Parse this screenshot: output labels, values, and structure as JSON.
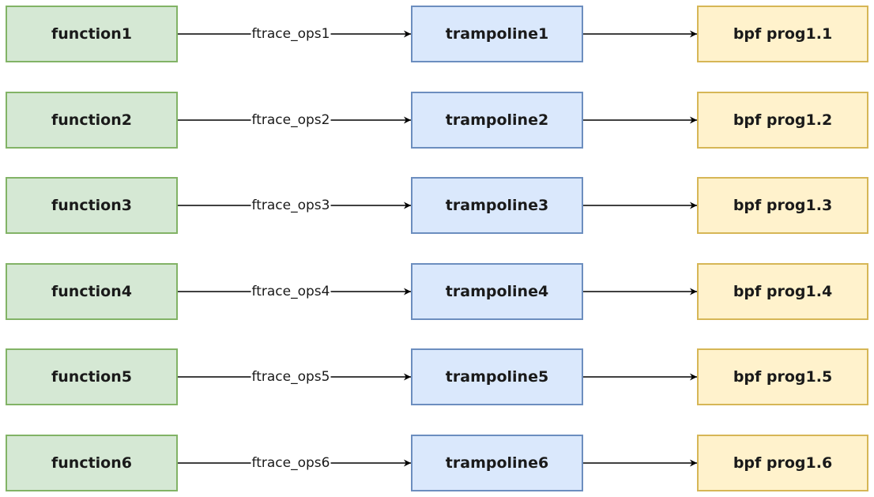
{
  "rows": [
    {
      "function": "function1",
      "ops": "ftrace_ops1",
      "trampoline": "trampoline1",
      "prog": "bpf prog1.1"
    },
    {
      "function": "function2",
      "ops": "ftrace_ops2",
      "trampoline": "trampoline2",
      "prog": "bpf prog1.2"
    },
    {
      "function": "function3",
      "ops": "ftrace_ops3",
      "trampoline": "trampoline3",
      "prog": "bpf prog1.3"
    },
    {
      "function": "function4",
      "ops": "ftrace_ops4",
      "trampoline": "trampoline4",
      "prog": "bpf prog1.4"
    },
    {
      "function": "function5",
      "ops": "ftrace_ops5",
      "trampoline": "trampoline5",
      "prog": "bpf prog1.5"
    },
    {
      "function": "function6",
      "ops": "ftrace_ops6",
      "trampoline": "trampoline6",
      "prog": "bpf prog1.6"
    }
  ],
  "colors": {
    "function_fill": "#d5e8d4",
    "function_border": "#82b366",
    "trampoline_fill": "#dae8fc",
    "trampoline_border": "#6c8ebf",
    "prog_fill": "#fff2cc",
    "prog_border": "#d6b656",
    "edge": "#000000"
  }
}
